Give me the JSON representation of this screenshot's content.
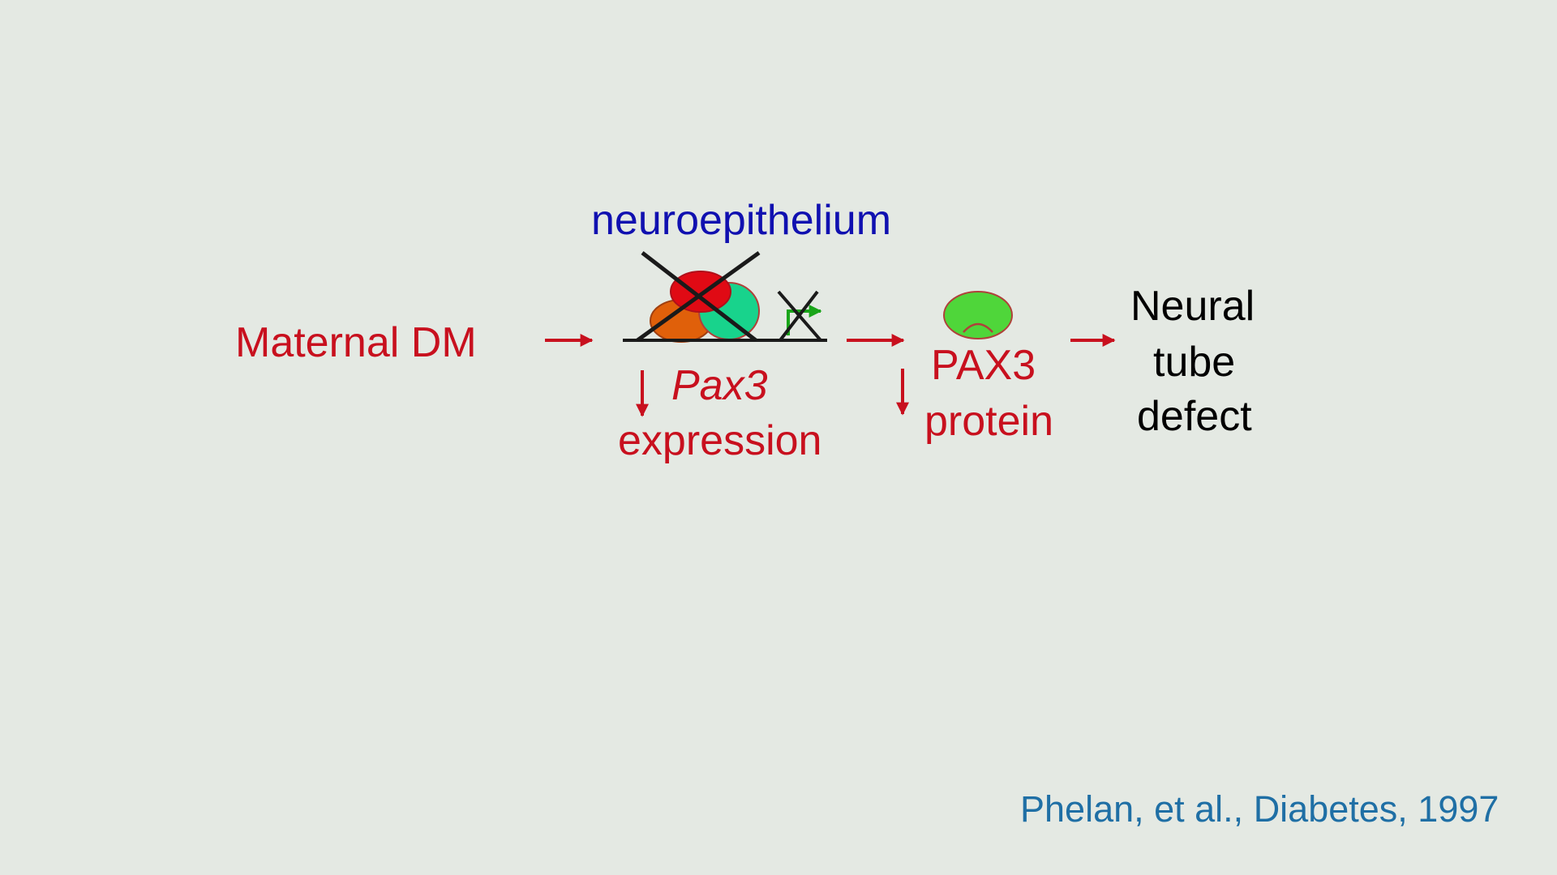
{
  "diagram": {
    "maternal_dm": "Maternal DM",
    "tissue": "neuroepithelium",
    "gene_italic": "Pax3",
    "gene_expression": "expression",
    "protein_name": "PAX3",
    "protein_word": "protein",
    "outcome_line1": "Neural",
    "outcome_line2": "tube",
    "outcome_line3": "defect"
  },
  "citation": "Phelan, et al., Diabetes, 1997",
  "colors": {
    "background": "#e4e9e3",
    "red_text": "#c8101e",
    "blue_text": "#1010b0",
    "citation": "#1f6fa5",
    "red_blob": "#e00a14",
    "orange_blob": "#e0600a",
    "teal_blob": "#18d38c",
    "protein_green": "#4fd63a",
    "tss_arrow_green": "#1aa51a"
  }
}
